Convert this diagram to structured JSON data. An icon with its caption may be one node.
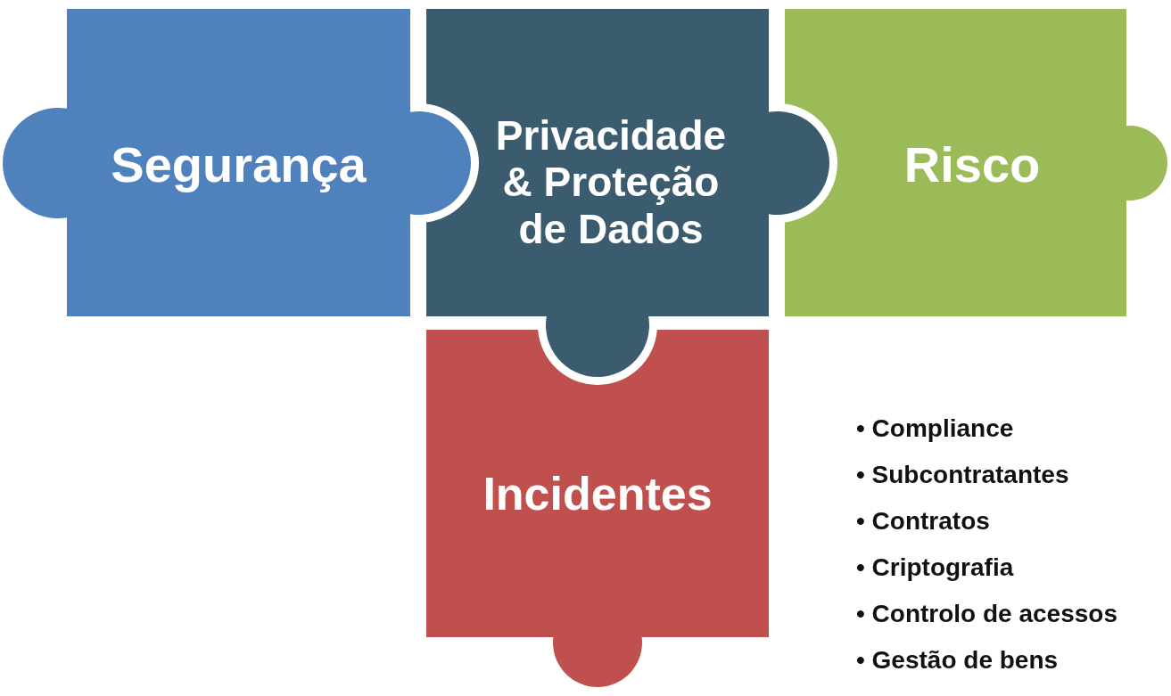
{
  "diagram": {
    "nodes": [
      {
        "text": [
          "Segurança"
        ]
      },
      {
        "text": [
          "Privacidade & Proteção de Dados"
        ]
      },
      {
        "text": [
          "Risco"
        ]
      },
      {
        "text": [
          "Incidentes"
        ]
      }
    ],
    "labels": [
      "• Compliance",
      "• Subcontratantes",
      "• Contratos",
      "• Criptografia",
      "• Controlo de acessos",
      "• Gestão de bens"
    ]
  }
}
